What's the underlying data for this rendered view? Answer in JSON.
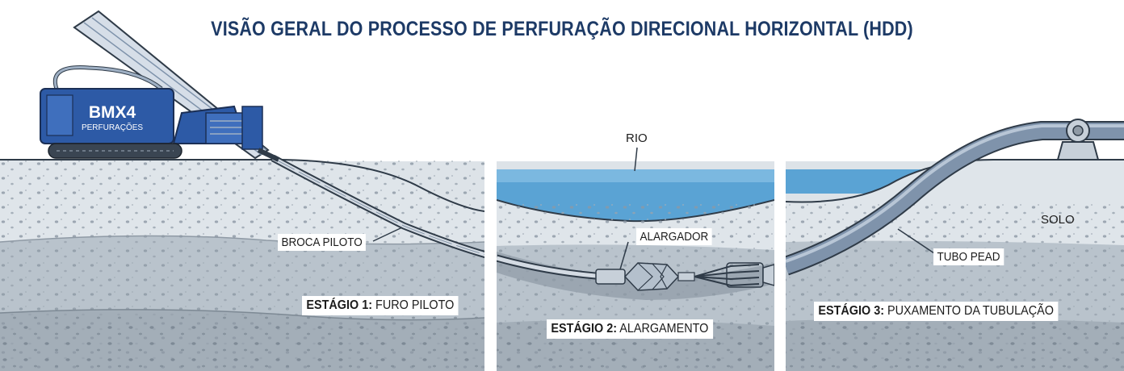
{
  "title": "VISÃO GERAL DO PROCESSO DE PERFURAÇÃO DIRECIONAL HORIZONTAL (HDD)",
  "machine": {
    "brand_main": "BMX4",
    "brand_sub": "PERFURAÇÕES"
  },
  "labels": {
    "broca_piloto": "BROCA PILOTO",
    "rio": "RIO",
    "alargador": "ALARGADOR",
    "solo": "SOLO",
    "tubo_pead": "TUBO PEAD"
  },
  "stages": [
    {
      "prefix": "ESTÁGIO 1:",
      "text": "FURO PILOTO"
    },
    {
      "prefix": "ESTÁGIO 2:",
      "text": "ALARGAMENTO"
    },
    {
      "prefix": "ESTÁGIO 3:",
      "text": "PUXAMENTO DA TUBULAÇÃO"
    }
  ],
  "colors": {
    "title": "#1d3a66",
    "water": "#5aa3d4",
    "soil_top": "#dde3e8",
    "soil_mid": "#b9c3cc",
    "soil_deep": "#a3aeb8",
    "machine": "#2d5aa6",
    "pipe": "#7f93ab"
  }
}
